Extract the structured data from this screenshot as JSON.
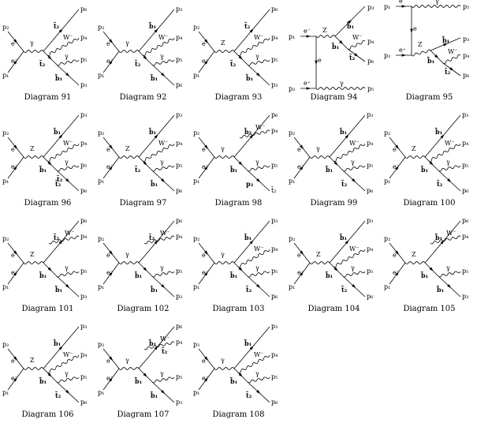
{
  "page": {
    "captions": [
      "Diagram 91",
      "Diagram 92",
      "Diagram 93",
      "Diagram 94",
      "Diagram 95",
      "Diagram 96",
      "Diagram 97",
      "Diagram 98",
      "Diagram 99",
      "Diagram 100",
      "Diagram 101",
      "Diagram 102",
      "Diagram 103",
      "Diagram 104",
      "Diagram 105",
      "Diagram 106",
      "Diagram 107",
      "Diagram 108"
    ]
  },
  "diagrams": [
    {
      "caption": "Diagram 91",
      "kind": "A",
      "boson": "γ",
      "top_label": "t̃₂",
      "top_out": "p₆",
      "lower_label": "t̃₂",
      "lower_out": "b̃₁",
      "w_label": "W⁻",
      "g_label": "γ",
      "p_top": "p₂",
      "p_bot": "p₁",
      "e_top": "e⁻",
      "e_bot": "e⁻",
      "w_out": "p₄",
      "g_out": "p₅",
      "f_out": "p₃"
    },
    {
      "caption": "Diagram 92",
      "kind": "A",
      "boson": "γ",
      "top_label": "b̃₁",
      "top_out": "p₃",
      "lower_label": "t̃₂",
      "lower_out": "b̃₁",
      "w_label": "W⁻",
      "g_label": "γ",
      "p_top": "p₂",
      "p_bot": "p₁",
      "e_top": "e⁻",
      "e_bot": "e⁻",
      "w_out": "p₄",
      "g_out": "p₅",
      "f_out": "p₆"
    },
    {
      "caption": "Diagram 93",
      "kind": "A",
      "boson": "Z",
      "top_label": "t̃₂",
      "top_out": "p₆",
      "lower_label": "t̃₂",
      "lower_out": "b̃₁",
      "w_label": "W⁻",
      "g_label": "γ",
      "p_top": "p₂",
      "p_bot": "p₁",
      "e_top": "e⁻",
      "e_bot": "e⁻",
      "w_out": "p₄",
      "g_out": "p₅",
      "f_out": "p₃"
    },
    {
      "caption": "Diagram 94",
      "kind": "T94",
      "boson": "Z",
      "top_label": "b̃₁",
      "top_out": "p₃",
      "lower_label": "b̃₁",
      "lower_out": "t̃₂",
      "w_label": "W⁻",
      "g_label": "γ",
      "p_top": "p₁",
      "p_bot": "p₂",
      "e_top": "e⁻",
      "e_bot": "e⁺",
      "w_out": "p₄",
      "g_out": "p₅",
      "f_out": "p₆",
      "e_mid": "e"
    },
    {
      "caption": "Diagram 95",
      "kind": "T95",
      "boson": "Z",
      "top_label": "b̃₁",
      "top_out": "p₃",
      "lower_label": "b̃₁",
      "lower_out": "t̃₂",
      "w_label": "W⁻",
      "g_label": "γ",
      "p_top": "p₁",
      "p_bot": "p₂",
      "e_top": "e⁻",
      "e_bot": "e⁺",
      "w_out": "p₄",
      "g_out": "p₅",
      "f_out": "p₆",
      "e_mid": "e"
    },
    {
      "caption": "Diagram 96",
      "kind": "A",
      "boson": "Z",
      "top_label": "b̃₁",
      "top_out": "p₃",
      "lower_label": "b̃₁",
      "lower_out": "t̃₂",
      "w_label": "W⁻",
      "g_label": "γ",
      "p_top": "p₂",
      "p_bot": "p₁",
      "e_top": "e⁻",
      "e_bot": "e⁻",
      "w_out": "p₄",
      "g_out": "p₅",
      "f_out": "p₆",
      "mid_label": "t̃₂"
    },
    {
      "caption": "Diagram 97",
      "kind": "A",
      "boson": "Z",
      "top_label": "b̃₁",
      "top_out": "p₃",
      "lower_label": "t̃₂",
      "lower_out": "b̃₁",
      "w_label": "W⁻",
      "g_label": "γ",
      "p_top": "p₂",
      "p_bot": "p₁",
      "e_top": "e⁻",
      "e_bot": "e⁻",
      "w_out": "p₄",
      "g_out": "p₅",
      "f_out": "p₆"
    },
    {
      "caption": "Diagram 98",
      "kind": "B",
      "boson": "γ",
      "top_label": "b̃₂",
      "top_out": "p₆",
      "lower_label": "b̃₁",
      "lower_out": "p₃",
      "w_label": "W⁻",
      "g_label": "γ",
      "p_top": "p₂",
      "p_bot": "p₁",
      "e_top": "e⁻",
      "e_bot": "e⁻",
      "w_out": "p₄",
      "g_out": "p₅",
      "f_out": "t̃₂"
    },
    {
      "caption": "Diagram 99",
      "kind": "C",
      "boson": "γ",
      "top_label": "b̃₁",
      "top_out": "p₃",
      "lower_label": "b̃₁",
      "lower_out": "t̃₂",
      "w_label": "W⁻",
      "g_label": "γ",
      "p_top": "p₂",
      "p_bot": "p₁",
      "e_top": "e⁻",
      "e_bot": "e⁻",
      "w_out": "p₄",
      "g_out": "p₅",
      "f_out": "p₆"
    },
    {
      "caption": "Diagram 100",
      "kind": "C",
      "boson": "Z",
      "top_label": "b̃₁",
      "top_out": "p₃",
      "lower_label": "b̃₁",
      "lower_out": "t̃₂",
      "w_label": "W⁻",
      "g_label": "γ",
      "p_top": "p₂",
      "p_bot": "p₁",
      "e_top": "e⁻",
      "e_bot": "e⁻",
      "w_out": "p₄",
      "g_out": "p₅",
      "f_out": "p₆"
    },
    {
      "caption": "Diagram 101",
      "kind": "D",
      "boson": "Z",
      "top_label": "t̃₂",
      "top_out": "p₆",
      "lower_label": "b̃₁",
      "lower_out": "b̃₁",
      "w_label": "W⁻",
      "g_label": "γ",
      "p_top": "p₂",
      "p_bot": "p₁",
      "e_top": "e⁻",
      "e_bot": "e⁻",
      "w_out": "p₄",
      "g_out": "p₅",
      "f_out": "p₃"
    },
    {
      "caption": "Diagram 102",
      "kind": "D",
      "boson": "γ",
      "top_label": "t̃₂",
      "top_out": "p₆",
      "lower_label": "b̃₁",
      "lower_out": "b̃₁",
      "w_label": "W⁻",
      "g_label": "γ",
      "p_top": "p₂",
      "p_bot": "p₁",
      "e_top": "e⁻",
      "e_bot": "e⁻",
      "w_out": "p₄",
      "g_out": "p₅",
      "f_out": "p₃"
    },
    {
      "caption": "Diagram 103",
      "kind": "E",
      "boson": "γ",
      "top_label": "b̃₁",
      "top_out": "p₃",
      "lower_label": "b̃₁",
      "lower_out": "t̃₂",
      "w_label": "W⁻",
      "g_label": "γ",
      "p_top": "p₂",
      "p_bot": "p₁",
      "e_top": "e⁻",
      "e_bot": "e⁻",
      "w_out": "p₄",
      "g_out": "p₅",
      "f_out": "p₆"
    },
    {
      "caption": "Diagram 104",
      "kind": "E",
      "boson": "Z",
      "top_label": "b̃₁",
      "top_out": "p₃",
      "lower_label": "b̃₁",
      "lower_out": "t̃₂",
      "w_label": "W⁻",
      "g_label": "γ",
      "p_top": "p₂",
      "p_bot": "p₁",
      "e_top": "e⁻",
      "e_bot": "e⁻",
      "w_out": "p₄",
      "g_out": "p₅",
      "f_out": "p₆"
    },
    {
      "caption": "Diagram 105",
      "kind": "D",
      "boson": "Z",
      "top_label": "b̃₁",
      "top_out": "p₆",
      "lower_label": "b̃₁",
      "lower_out": "b̃₁",
      "w_label": "W⁻",
      "g_label": "γ",
      "p_top": "p₂",
      "p_bot": "p₁",
      "e_top": "e⁻",
      "e_bot": "e⁻",
      "w_out": "p₄",
      "g_out": "p₅",
      "f_out": "p₃"
    },
    {
      "caption": "Diagram 106",
      "kind": "F",
      "boson": "Z",
      "top_label": "b̃₁",
      "top_out": "p₃",
      "lower_label": "b̃₁",
      "lower_out": "t̃₂",
      "w_label": "W⁻",
      "g_label": "γ",
      "p_top": "p₂",
      "p_bot": "p₁",
      "e_top": "e⁻",
      "e_bot": "e⁻",
      "w_out": "p₄",
      "g_out": "p₅",
      "f_out": "p₆"
    },
    {
      "caption": "Diagram 107",
      "kind": "D",
      "boson": "γ",
      "top_label": "b̃₁",
      "top_out": "p₆",
      "lower_label": "b̃₁",
      "lower_out": "b̃₁",
      "w_label": "W⁻",
      "g_label": "γ",
      "p_top": "p₂",
      "p_bot": "p₁",
      "e_top": "e⁻",
      "e_bot": "e⁻",
      "w_out": "p₄",
      "g_out": "p₅",
      "f_out": "p₃",
      "extra_top": "t̃₂"
    },
    {
      "caption": "Diagram 108",
      "kind": "F",
      "boson": "γ",
      "top_label": "b̃₁",
      "top_out": "p₃",
      "lower_label": "b̃₁",
      "lower_out": "t̃₂",
      "w_label": "W⁻",
      "g_label": "γ",
      "p_top": "p₂",
      "p_bot": "p₁",
      "e_top": "e⁻",
      "e_bot": "e⁻",
      "w_out": "p₄",
      "g_out": "p₅",
      "f_out": "p₆"
    }
  ]
}
